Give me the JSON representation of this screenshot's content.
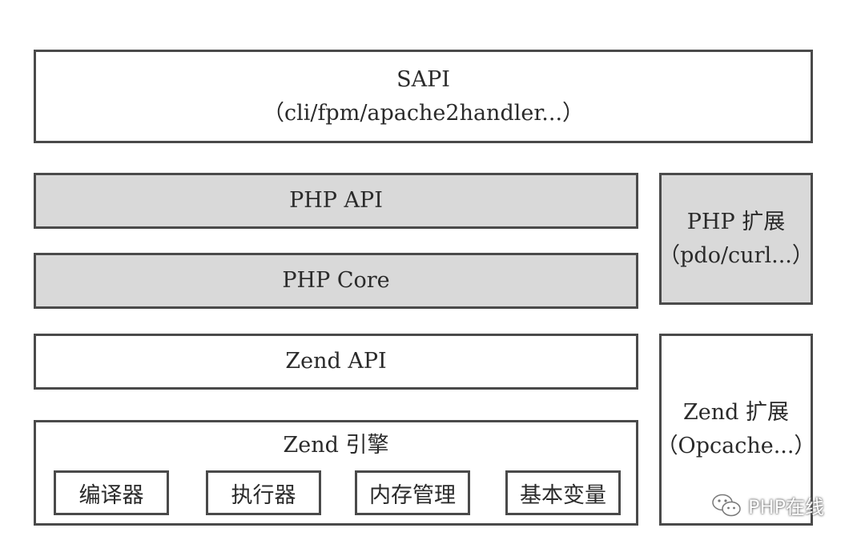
{
  "sapi": {
    "title": "SAPI",
    "subtitle": "（cli/fpm/apache2handler...）"
  },
  "php_api": {
    "title": "PHP API"
  },
  "php_core": {
    "title": "PHP Core"
  },
  "zend_api": {
    "title": "Zend API"
  },
  "zend_engine": {
    "title": "Zend 引擎",
    "components": [
      "编译器",
      "执行器",
      "内存管理",
      "基本变量"
    ]
  },
  "php_extension": {
    "title": "PHP 扩展",
    "subtitle": "（pdo/curl...）"
  },
  "zend_extension": {
    "title": "Zend 扩展",
    "subtitle": "（Opcache...）"
  },
  "watermark": {
    "icon": "wechat-icon",
    "text": "PHP在线"
  },
  "colors": {
    "border": "#4a4a4a",
    "gray_fill": "#d9d9d9",
    "white_fill": "#ffffff"
  }
}
